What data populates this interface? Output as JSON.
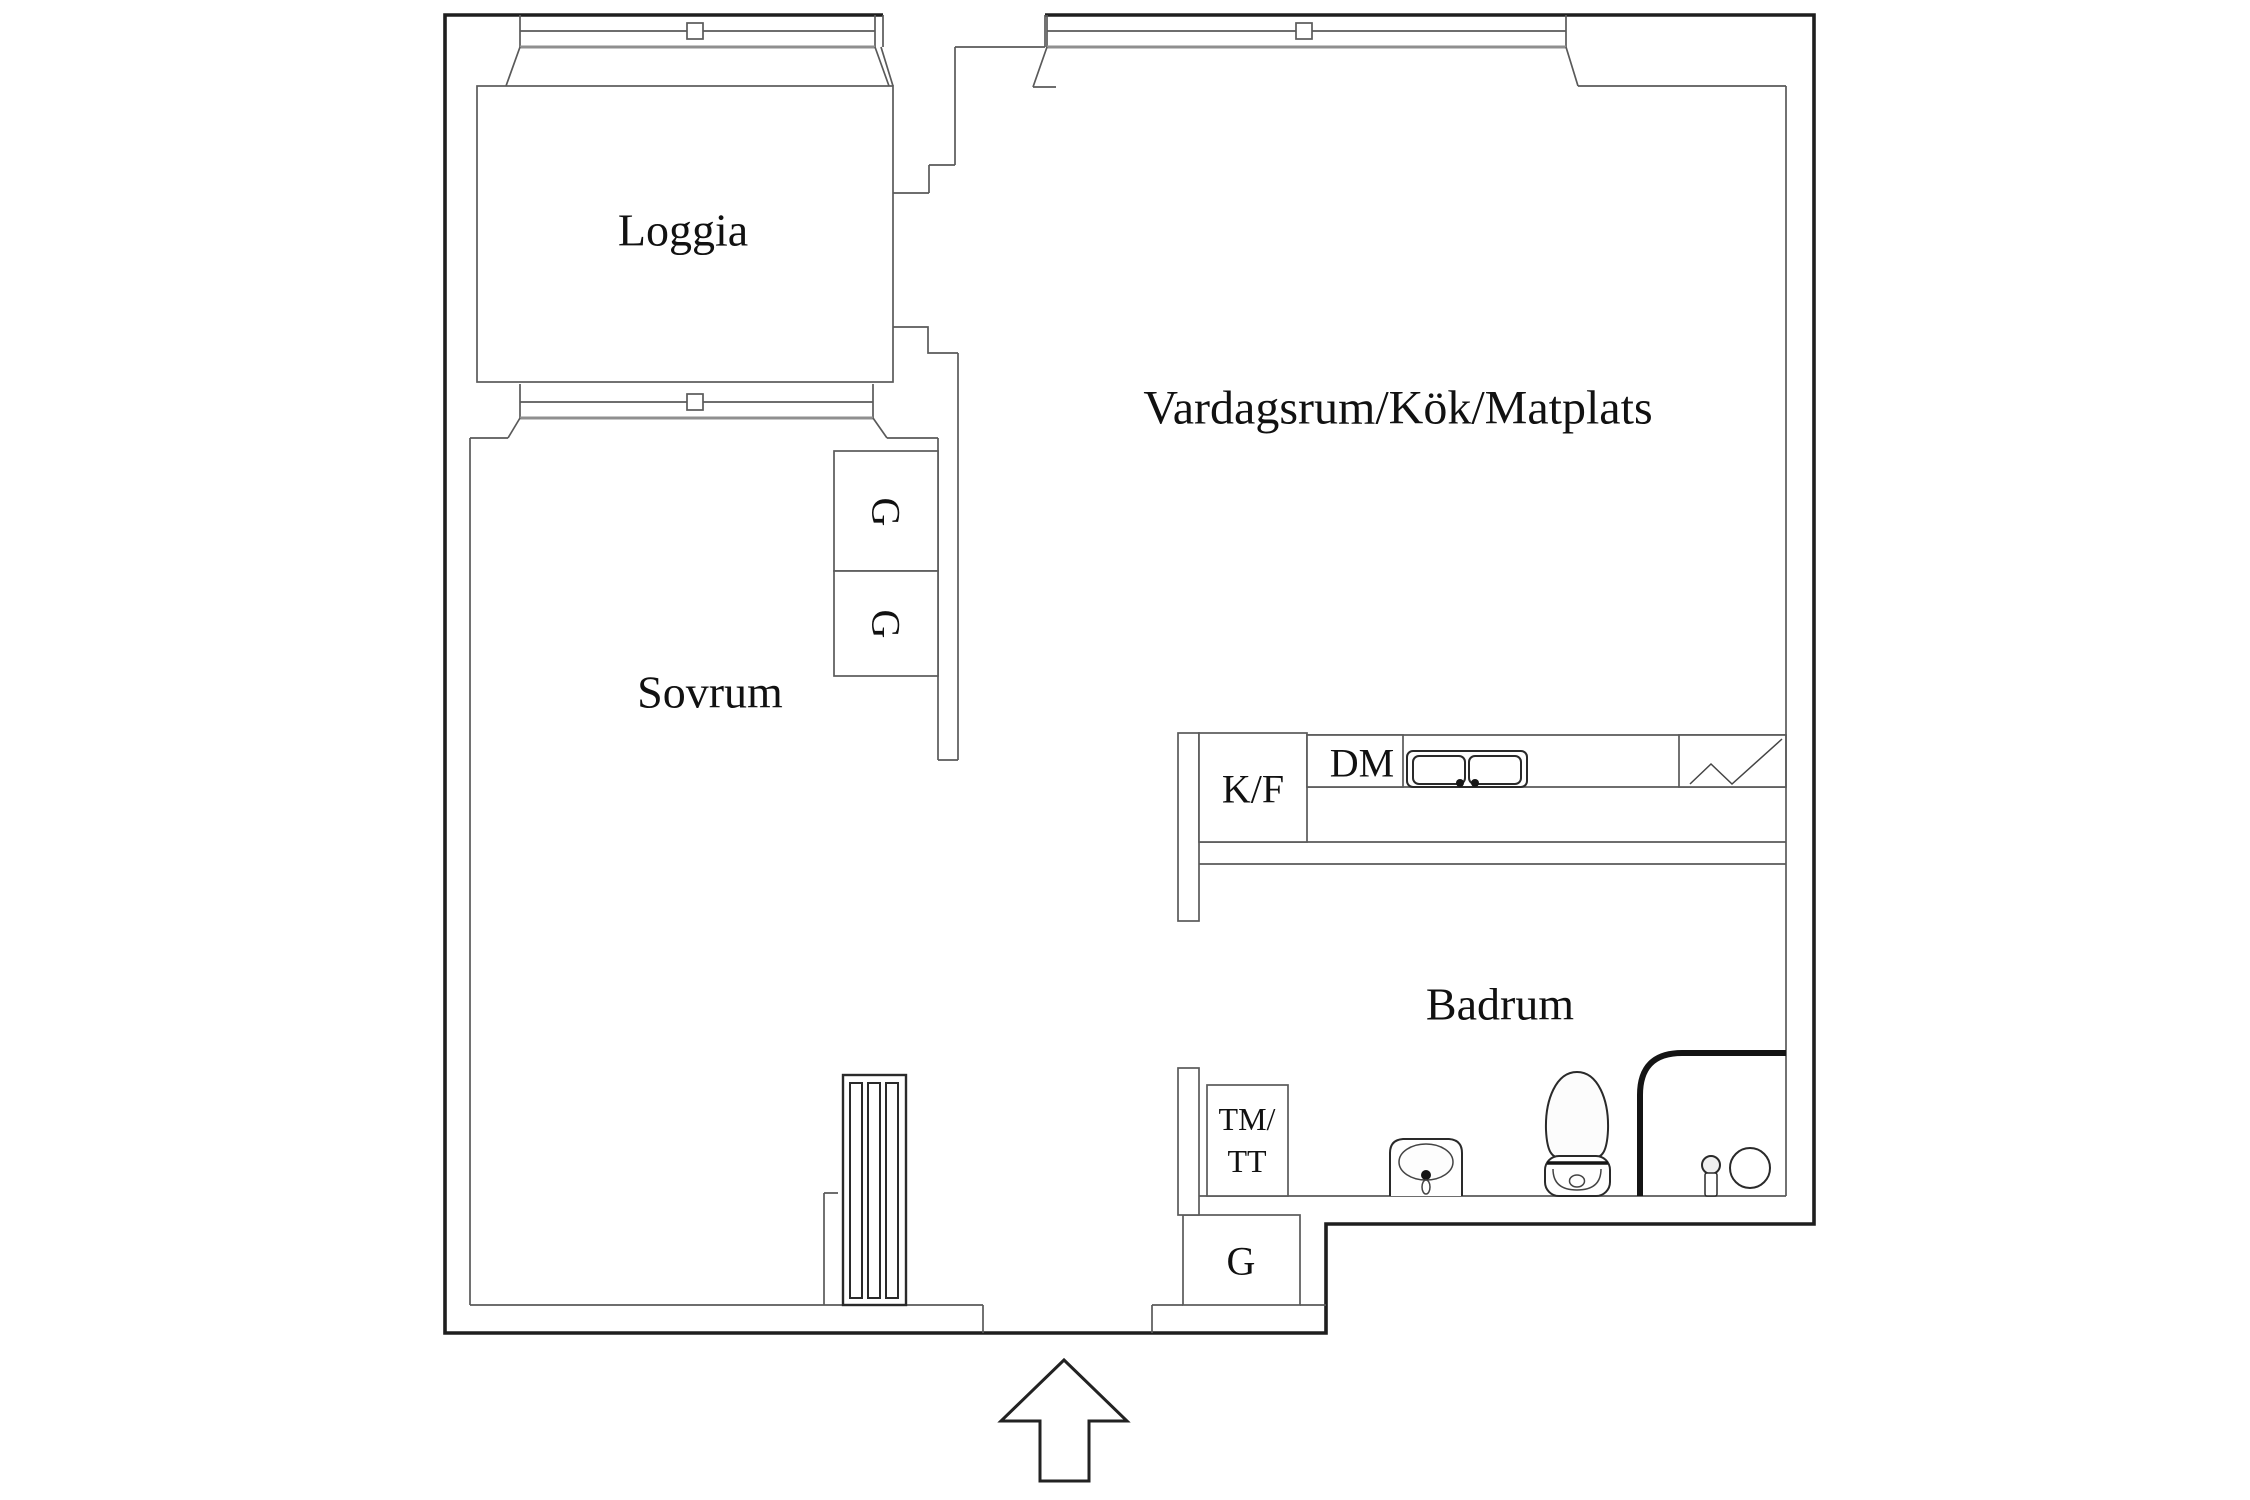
{
  "plan": {
    "type": "apartment-floor-plan",
    "colors": {
      "background": "#ffffff",
      "outer_wall": "#1e1e1e",
      "inner_line": "#5a5a5a",
      "text": "#111111"
    },
    "rooms": {
      "loggia": {
        "label": "Loggia"
      },
      "living_kitchen_dining": {
        "label": "Vardagsrum/Kök/Matplats"
      },
      "bedroom": {
        "label": "Sovrum"
      },
      "bathroom": {
        "label": "Badrum"
      }
    },
    "labels": {
      "wardrobe": "G",
      "fridge_freezer": "K/F",
      "dishwasher": "DM",
      "washer_line1": "TM/",
      "washer_line2": "TT"
    }
  }
}
